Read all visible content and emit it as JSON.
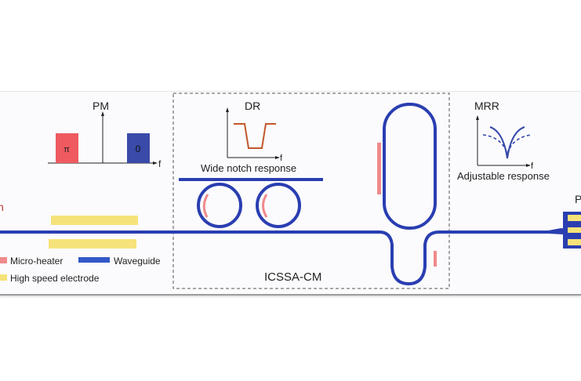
{
  "colors": {
    "waveguide": "#2a3eb1",
    "micro_heater": "#f08a8a",
    "electrode": "#f6e27a",
    "pi_block": "#ee5a5f",
    "zero_block": "#3a4aa8",
    "dr_curve": "#c2562b",
    "mrr_curve": "#3548a8",
    "cut_text": "#c0302a"
  },
  "pm": {
    "title": "PM",
    "axis_label": "f",
    "pi_label": "π",
    "zero_label": "0"
  },
  "dr": {
    "title": "DR",
    "axis_label": "f",
    "caption": "Wide notch response"
  },
  "mrr": {
    "title": "MRR",
    "axis_label": "f",
    "caption": "Adjustable response"
  },
  "region_label": "ICSSA-CM",
  "legend": {
    "micro_heater": "Micro-heater",
    "waveguide": "Waveguide",
    "electrode": "High speed electrode"
  },
  "edge_text": {
    "left_cut": "n",
    "right_cut": "P"
  }
}
